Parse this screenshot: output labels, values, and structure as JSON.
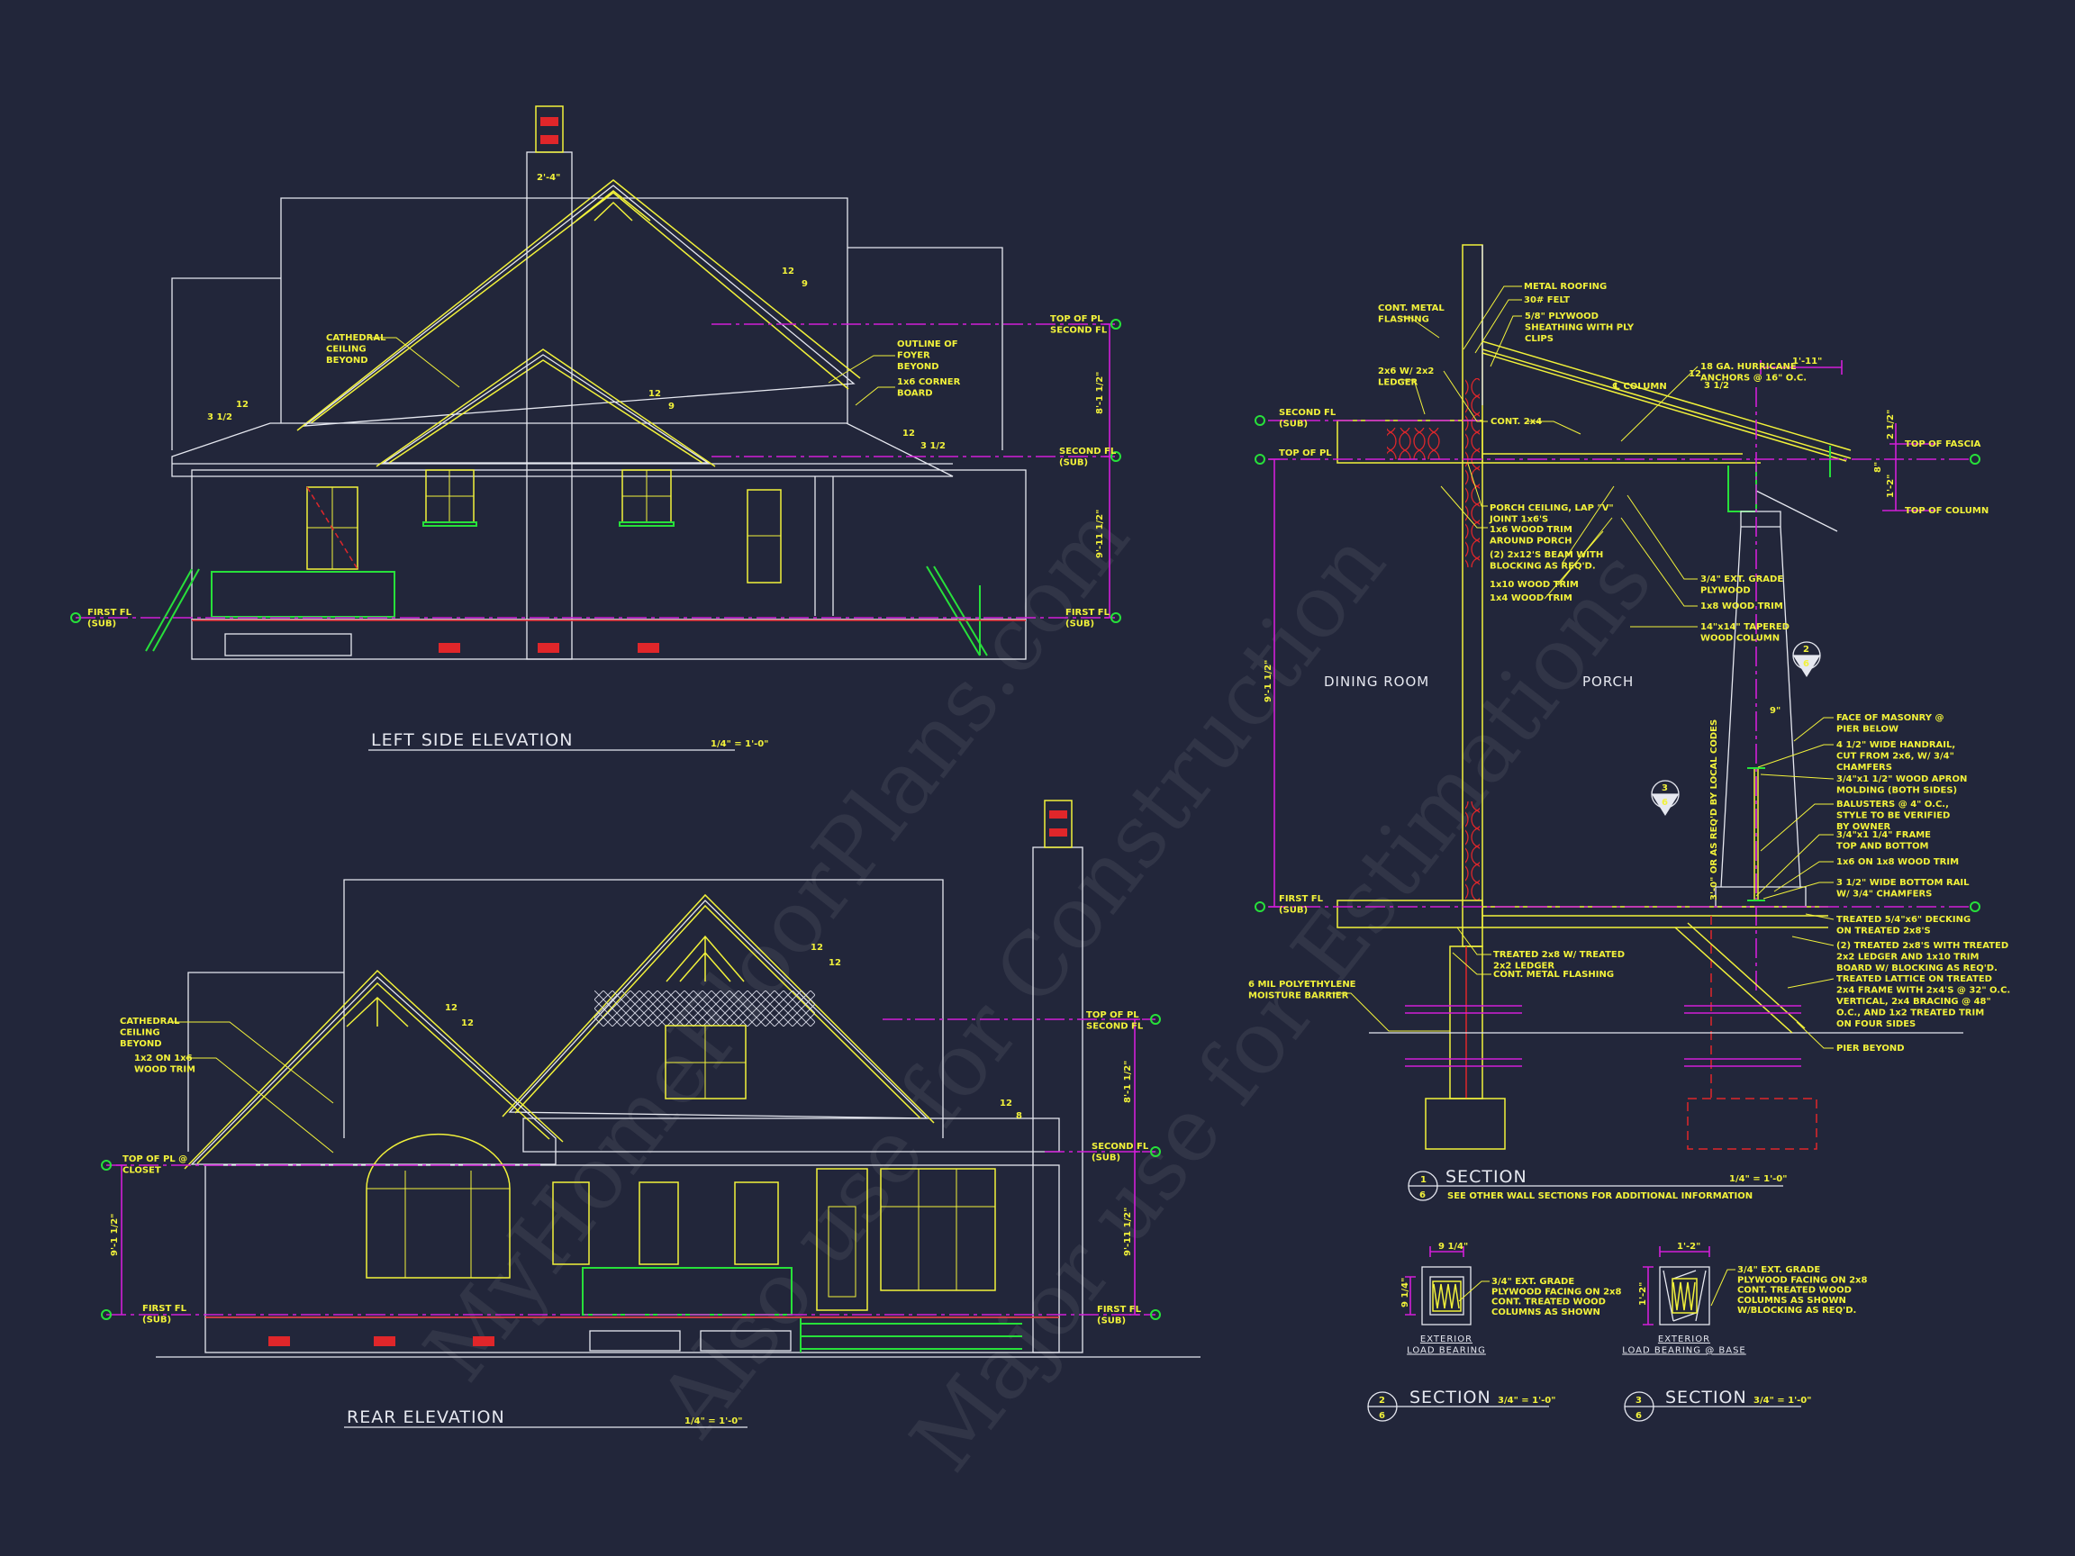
{
  "colors": {
    "background": "#22263a",
    "annotation": "#f2f23a",
    "dimension": "#d21ed8",
    "marker": "#27e03a",
    "linework": "#e6e8f0",
    "hidden": "#e0262a"
  },
  "watermark": {
    "line1": "MyHomeFloorPlans.com",
    "line2": "Also use for Construction",
    "line3": "Major use for Estimations"
  },
  "left_elevation": {
    "title": "LEFT SIDE ELEVATION",
    "scale": "1/4\" = 1'-0\"",
    "chimney_dim": "2'-4\"",
    "pitch_main": {
      "run": "12",
      "rise": "9"
    },
    "pitch_left": {
      "run": "12",
      "rise": "3 1/2"
    },
    "pitch_porch": {
      "run": "12",
      "rise": "3 1/2"
    },
    "pitch_gable": {
      "run": "12",
      "rise": "9"
    },
    "cathedral": [
      "CATHEDRAL",
      "CEILING",
      "BEYOND"
    ],
    "foyer": [
      "OUTLINE OF",
      "FOYER",
      "BEYOND"
    ],
    "corner_board": [
      "1x6 CORNER",
      "BOARD"
    ],
    "top_of_pl": [
      "TOP OF PL",
      "SECOND FL"
    ],
    "second_fl": [
      "SECOND FL",
      "(SUB)"
    ],
    "first_fl_right": [
      "FIRST FL",
      "(SUB)"
    ],
    "first_fl_left": [
      "FIRST FL",
      "(SUB)"
    ],
    "dim_upper": "8'-1 1/2\"",
    "dim_lower": "9'-11 1/2\""
  },
  "rear_elevation": {
    "title": "REAR ELEVATION",
    "scale": "1/4\" = 1'-0\"",
    "pitch_big": {
      "run": "12",
      "rise": "12"
    },
    "pitch_left": {
      "run": "12",
      "rise": "12"
    },
    "pitch_hip": {
      "run": "12",
      "rise": "8"
    },
    "cathedral": [
      "CATHEDRAL",
      "CEILING",
      "BEYOND"
    ],
    "wood_trim": [
      "1x2 ON 1x6",
      "WOOD TRIM"
    ],
    "top_of_pl_closet": [
      "TOP OF PL @",
      "CLOSET"
    ],
    "first_fl_left": [
      "FIRST FL",
      "(SUB)"
    ],
    "top_of_pl": [
      "TOP OF PL",
      "SECOND FL"
    ],
    "second_fl": [
      "SECOND FL",
      "(SUB)"
    ],
    "first_fl_right": [
      "FIRST FL",
      "(SUB)"
    ],
    "dim_left": "9'-1 1/2\"",
    "dim_upper": "8'-1 1/2\"",
    "dim_lower": "9'-11 1/2\""
  },
  "section1": {
    "number": "1",
    "sheet": "6",
    "title": "SECTION",
    "scale": "1/4\" = 1'-0\"",
    "note": "SEE OTHER WALL SECTIONS FOR ADDITIONAL INFORMATION",
    "rooms": {
      "left": "DINING ROOM",
      "right": "PORCH"
    },
    "levels": {
      "second_fl": [
        "SECOND FL",
        "(SUB)"
      ],
      "top_of_pl": [
        "TOP OF PL"
      ],
      "first_fl": [
        "FIRST FL",
        "(SUB)"
      ],
      "top_of_fascia": [
        "TOP OF FASCIA"
      ],
      "top_of_column": [
        "TOP OF COLUMN"
      ]
    },
    "dims": {
      "overhang": "1'-11\"",
      "fascia_top": "2 1/2\"",
      "fascia": "8\"",
      "column_top": "1'-2\"",
      "wall_height": "9'-1 1/2\"",
      "pier": "9\"",
      "rail_height": "3'-0\" OR AS REQ'D BY LOCAL CODES"
    },
    "pitch": {
      "run": "12",
      "rise": "3 1/2"
    },
    "column_label": "℄ COLUMN",
    "callouts": {
      "metal_roofing": [
        "METAL ROOFING"
      ],
      "felt": [
        "30# FELT"
      ],
      "plywood": [
        "5/8\" PLYWOOD",
        "SHEATHING WITH PLY",
        "CLIPS"
      ],
      "flashing": [
        "CONT. METAL",
        "FLASHING"
      ],
      "ledger": [
        "2x6 W/ 2x2",
        "LEDGER"
      ],
      "cont_2x4": [
        "CONT. 2x4"
      ],
      "hurricane": [
        "18 GA. HURRICANE",
        "ANCHORS @ 16\" O.C."
      ],
      "porch_ceiling": [
        "PORCH CEILING, LAP \"V\"",
        "JOINT 1x6'S"
      ],
      "trim_1x6": [
        "1x6 WOOD TRIM",
        "AROUND PORCH"
      ],
      "beam": [
        "(2) 2x12'S BEAM WITH",
        "BLOCKING AS REQ'D."
      ],
      "trim_1x10": [
        "1x10 WOOD TRIM"
      ],
      "trim_1x4": [
        "1x4 WOOD TRIM"
      ],
      "ext_plywood": [
        "3/4\" EXT. GRADE",
        "PLYWOOD"
      ],
      "trim_1x8": [
        "1x8 WOOD TRIM"
      ],
      "tapered_column": [
        "14\"x14\" TAPERED",
        "WOOD COLUMN"
      ],
      "masonry": [
        "FACE OF MASONRY @",
        "PIER BELOW"
      ],
      "handrail": [
        "4 1/2\" WIDE HANDRAIL,",
        "CUT FROM 2x6, W/ 3/4\"",
        "CHAMFERS"
      ],
      "apron": [
        "3/4\"x1 1/2\" WOOD APRON",
        "MOLDING (BOTH SIDES)"
      ],
      "balusters": [
        "BALUSTERS @ 4\" O.C.,",
        "STYLE TO BE VERIFIED",
        "BY OWNER"
      ],
      "frame": [
        "3/4\"x1 1/4\" FRAME",
        "TOP AND BOTTOM"
      ],
      "trim_1x6_1x8": [
        "1x6 ON 1x8 WOOD TRIM"
      ],
      "bottom_rail": [
        "3 1/2\" WIDE BOTTOM RAIL",
        "W/ 3/4\" CHAMFERS"
      ],
      "decking": [
        "TREATED 5/4\"x6\" DECKING",
        "ON TREATED 2x8'S"
      ],
      "treated_2x8s": [
        "(2) TREATED 2x8'S WITH TREATED",
        "2x2 LEDGER AND 1x10 TRIM",
        "BOARD W/ BLOCKING AS REQ'D."
      ],
      "lattice": [
        "TREATED LATTICE ON TREATED",
        "2x4 FRAME WITH 2x4'S @ 32\" O.C.",
        "VERTICAL, 2x4 BRACING @ 48\"",
        "O.C., AND 1x2 TREATED TRIM",
        "ON FOUR SIDES"
      ],
      "pier_beyond": [
        "PIER BEYOND"
      ],
      "treated_ledger": [
        "TREATED 2x8 W/ TREATED",
        "2x2 LEDGER"
      ],
      "base_flashing": [
        "CONT. METAL FLASHING"
      ],
      "moisture": [
        "6 MIL POLYETHYLENE",
        "MOISTURE BARRIER"
      ]
    },
    "markers": [
      {
        "number": "2",
        "sheet": "6"
      },
      {
        "number": "3",
        "sheet": "6"
      }
    ]
  },
  "section2": {
    "number": "2",
    "sheet": "6",
    "title": "SECTION",
    "scale": "3/4\" = 1'-0\"",
    "dim_w": "9 1/4\"",
    "dim_h": "9 1/4\"",
    "callout": [
      "3/4\" EXT. GRADE",
      "PLYWOOD FACING ON 2x8",
      "CONT. TREATED WOOD",
      "COLUMNS AS SHOWN"
    ],
    "caption": [
      "EXTERIOR",
      "LOAD BEARING"
    ]
  },
  "section3": {
    "number": "3",
    "sheet": "6",
    "title": "SECTION",
    "scale": "3/4\" = 1'-0\"",
    "dim_w": "1'-2\"",
    "dim_h": "1'-2\"",
    "callout": [
      "3/4\" EXT. GRADE",
      "PLYWOOD FACING ON 2x8",
      "CONT. TREATED WOOD",
      "COLUMNS AS SHOWN",
      "W/BLOCKING AS REQ'D."
    ],
    "caption": [
      "EXTERIOR",
      "LOAD BEARING @ BASE"
    ]
  }
}
